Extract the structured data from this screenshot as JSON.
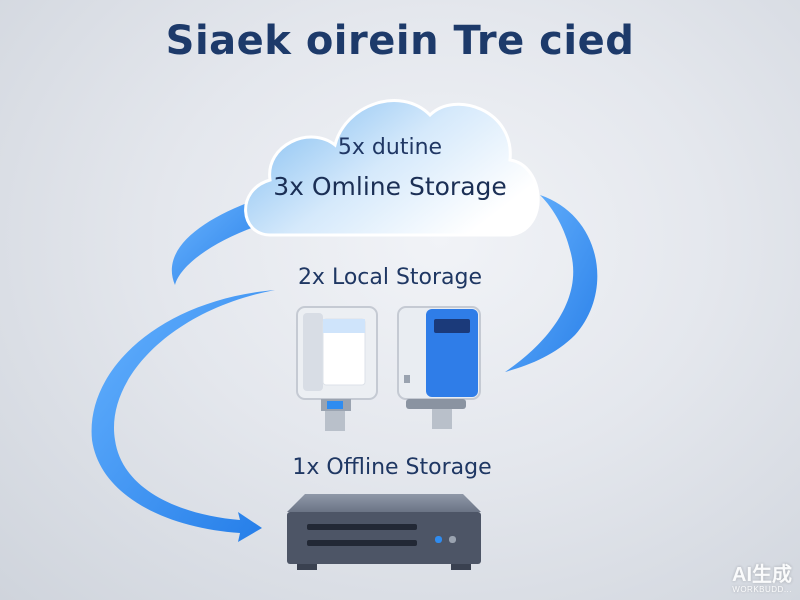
{
  "title": "Siaek oirein Tre cied",
  "cloud": {
    "line1": "5x dutine",
    "line2": "3x Omline Storage"
  },
  "local": {
    "label": "2x Local Storage"
  },
  "offline": {
    "label": "1x Offline Storage"
  },
  "watermark": {
    "line1": "AI生成",
    "line2": "WORKBUDD..."
  },
  "colors": {
    "title": "#1d3a6a",
    "arrow_blue": "#2f8cf0",
    "cloud_blue": "#8cc3f3",
    "drive_blue": "#2f7de8",
    "device_gray": "#5b6475"
  }
}
